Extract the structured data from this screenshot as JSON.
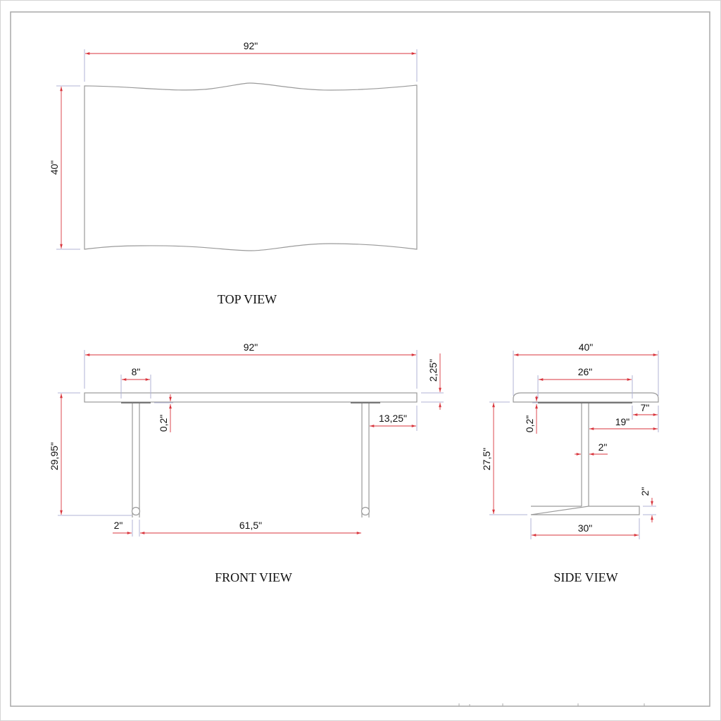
{
  "drawing": {
    "frame_color": "#999999",
    "dimension_line_color": "#d9363e",
    "extension_line_color": "#b0b3d6",
    "object_line_color": "#9a9a9a"
  },
  "top_view": {
    "title": "TOP VIEW",
    "dimensions": {
      "length": "92\"",
      "width": "40\""
    }
  },
  "front_view": {
    "title": "FRONT VIEW",
    "dimensions": {
      "overall_length": "92\"",
      "top_thickness": "2,25\"",
      "mount_plate_width": "8\"",
      "plate_thickness": "0,2\"",
      "leg_offset_from_end": "13,25\"",
      "height": "29,95\"",
      "leg_width": "2\"",
      "leg_spacing": "61,5\""
    }
  },
  "side_view": {
    "title": "SIDE VIEW",
    "dimensions": {
      "overall_width": "40\"",
      "mount_plate_width": "26\"",
      "plate_thickness": "0,2\"",
      "plate_overhang": "7\"",
      "leg_to_edge": "19\"",
      "leg_width": "2\"",
      "height": "27,5\"",
      "foot_thickness": "2\"",
      "foot_length": "30\""
    }
  }
}
